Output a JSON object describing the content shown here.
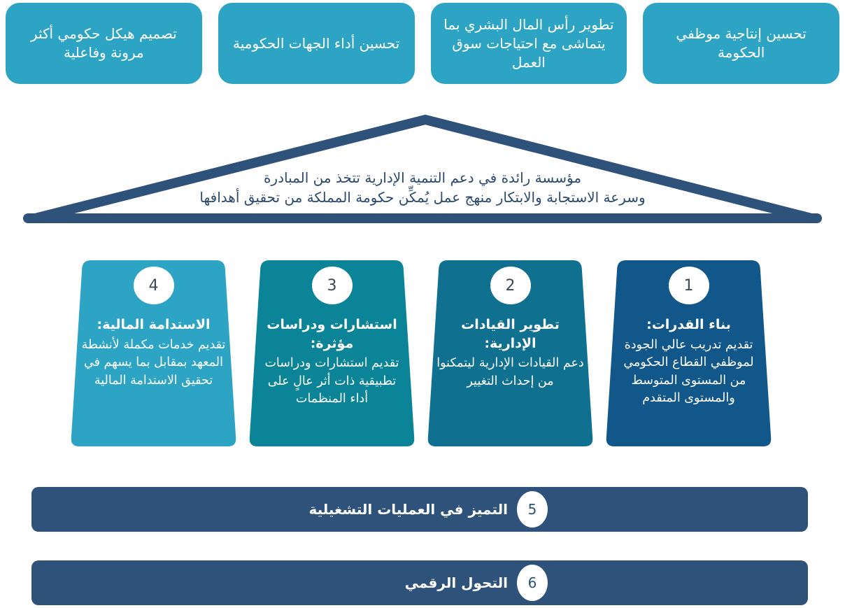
{
  "colors": {
    "goal_box": "#2EA4C5",
    "roof_stroke": "#2F527B",
    "vision_text": "#2C4A70",
    "foundation_bar": "#2F527B",
    "number_text": "#3C4A54",
    "white": "#ffffff"
  },
  "top_goals": [
    {
      "label": "تحسين إنتاجية موظفي الحكومة"
    },
    {
      "label": "تطوير رأس المال البشري بما يتماشى مع احتياجات سوق العمل"
    },
    {
      "label": "تحسين أداء الجهات الحكومية"
    },
    {
      "label": "تصميم هيكل حكومي أكثر مرونة وفاعلية"
    }
  ],
  "vision": {
    "line1": "مؤسسة رائدة في دعم التنمية الإدارية تتخذ من المبادرة",
    "line2": "وسرعة الاستجابة والابتكار منهج عمل يُمكِّن حكومة المملكة من تحقيق أهدافها"
  },
  "pillars": [
    {
      "number": "1",
      "title": "بناء القدرات:",
      "body": "تقديم تدريب عالي الجودة لموظفي القطاع الحكومي من المستوى المتوسط والمستوى المتقدم",
      "color": "#12578A"
    },
    {
      "number": "2",
      "title": "تطوير القيادات الإدارية:",
      "body": "دعم القيادات الإدارية ليتمكنوا من إحداث التغيير",
      "color": "#10708F"
    },
    {
      "number": "3",
      "title": "استشارات ودراسات مؤثرة:",
      "body": "تقديم استشارات ودراسات تطبيقية ذات أثر عالٍ على أداء المنظمات",
      "color": "#0A8496"
    },
    {
      "number": "4",
      "title": "الاستدامة المالية:",
      "body": "تقديم خدمات مكملة لأنشطة المعهد بمقابل بما يسهم في تحقيق الاستدامة المالية",
      "color": "#2EA4C5"
    }
  ],
  "foundation_bars": [
    {
      "number": "5",
      "label": "التميز في العمليات التشغيلية"
    },
    {
      "number": "6",
      "label": "التحول الرقمي"
    }
  ]
}
